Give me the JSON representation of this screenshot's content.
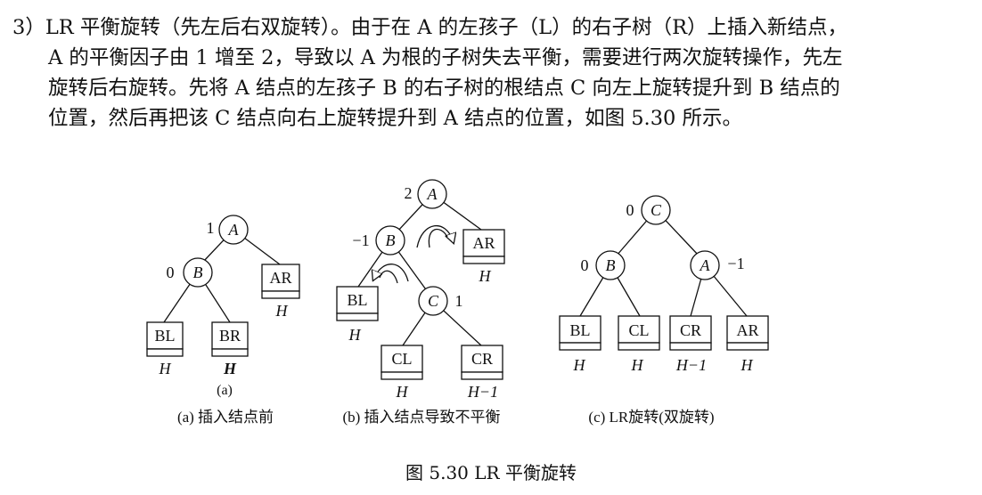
{
  "paragraph": {
    "lines": [
      "3）LR 平衡旋转（先左后右双旋转）。由于在 A 的左孩子（L）的右子树（R）上插入新结点，",
      "A 的平衡因子由 1 增至 2，导致以 A 为根的子树失去平衡，需要进行两次旋转操作，先左",
      "旋转后右旋转。先将 A 结点的左孩子 B 的右子树的根结点 C 向左上旋转提升到 B 结点的",
      "位置，然后再把该 C 结点向右上旋转提升到 A 结点的位置，如图 5.30 所示。"
    ]
  },
  "figure": {
    "caption": "图 5.30    LR 平衡旋转",
    "panel_a": {
      "node_A": "A",
      "bf_A": "1",
      "node_B": "B",
      "bf_B": "0",
      "box_BL": "BL",
      "box_BR": "BR",
      "box_AR": "AR",
      "h_BL": "H",
      "h_BR": "H",
      "h_AR": "H",
      "sublabel": "(a)",
      "caption": "(a) 插入结点前"
    },
    "panel_b": {
      "node_A": "A",
      "bf_A": "2",
      "node_B": "B",
      "bf_B": "−1",
      "node_C": "C",
      "bf_C": "1",
      "box_BL": "BL",
      "box_AR": "AR",
      "box_CL": "CL",
      "box_CR": "CR",
      "h_BL": "H",
      "h_AR": "H",
      "h_CL": "H",
      "h_CR": "H−1",
      "caption": "(b) 插入结点导致不平衡"
    },
    "panel_c": {
      "node_C": "C",
      "bf_C": "0",
      "node_B": "B",
      "bf_B": "0",
      "node_A": "A",
      "bf_A": "−1",
      "box_BL": "BL",
      "box_CL": "CL",
      "box_CR": "CR",
      "box_AR": "AR",
      "h_BL": "H",
      "h_CL": "H",
      "h_CR": "H−1",
      "h_AR": "H",
      "caption": "(c) LR旋转(双旋转)"
    }
  }
}
